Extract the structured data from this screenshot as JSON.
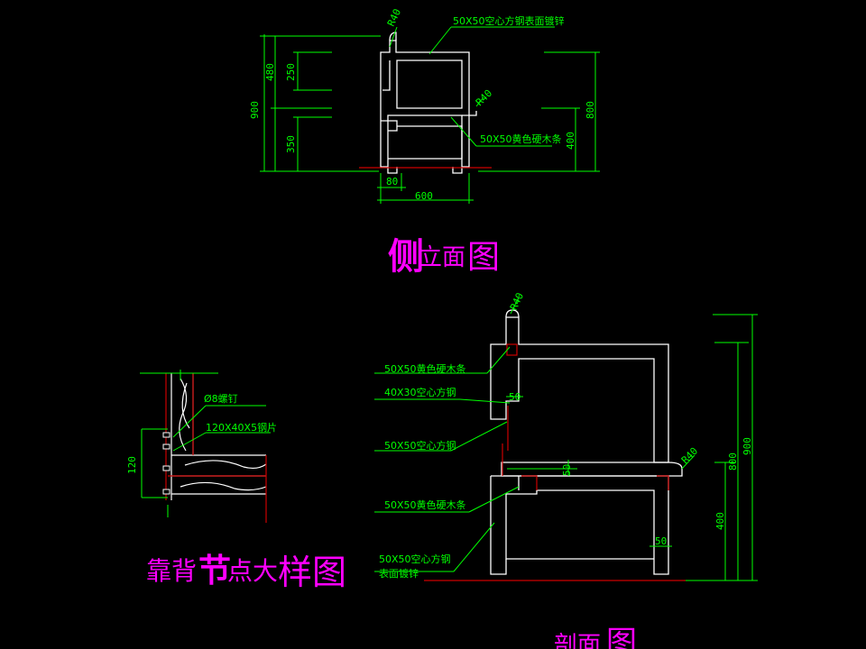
{
  "colors": {
    "background": "#000000",
    "outline": "#ffffff",
    "dimension": "#00ff00",
    "title": "#ff00ff",
    "ground": "#cc0000"
  },
  "side_elevation": {
    "title_big": "侧",
    "title_small": "立面",
    "title_end": "图",
    "callout_top": "50X50空心方钢表面镀锌",
    "callout_mid": "50X50黄色硬木条",
    "r_top": "R40",
    "r_mid": "R40",
    "dims": {
      "total_h": "900",
      "back_h": "480",
      "backrest_h": "250",
      "seat_h": "350",
      "right_total": "800",
      "right_seat": "400",
      "foot_w": "80",
      "width": "600"
    }
  },
  "detail": {
    "title_a": "靠背",
    "title_b": "节",
    "title_c": "点大",
    "title_d": "样图",
    "callout_screw": "Ø8螺钉",
    "callout_plate": "120X40X5钢片",
    "dim_h": "120"
  },
  "section": {
    "title_a": "剖面",
    "title_b": "图",
    "r_top": "R40",
    "r_mid": "R40",
    "callouts": [
      "50X50黄色硬木条",
      "40X30空心方钢",
      "50X50空心方钢",
      "50X50黄色硬木条"
    ],
    "callout_last_1": "50X50空心方钢",
    "callout_last_2": "表面镀锌",
    "dim_50_a": "50",
    "dim_50_b": "50",
    "dim_50_c": "50",
    "dims_right": {
      "d400": "400",
      "d800": "800",
      "d900": "900"
    }
  }
}
